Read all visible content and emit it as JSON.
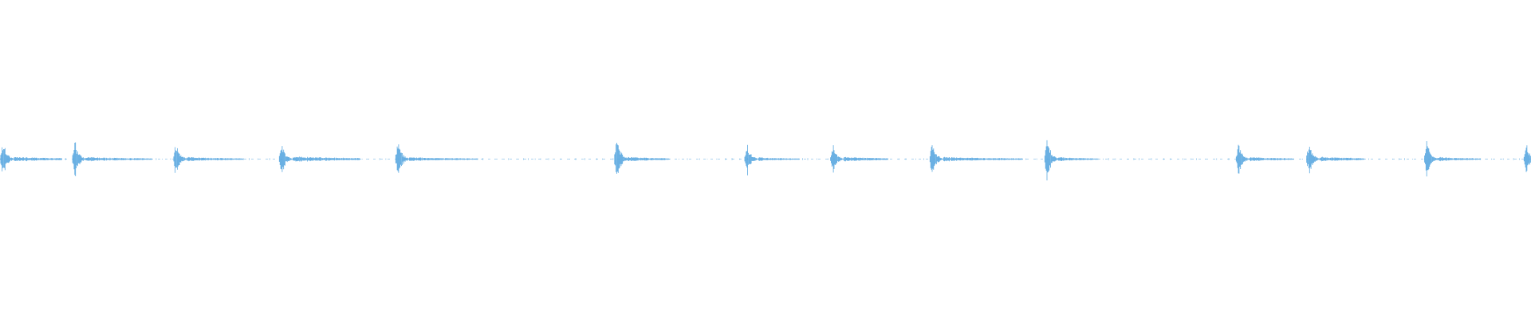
{
  "waveform": {
    "color": "#5aa8e0",
    "background": "#ffffff",
    "amplitude_range": [
      -1,
      1
    ],
    "baseline_level": 0.004,
    "time_range": [
      0,
      1
    ],
    "events": [
      {
        "t": 0.0,
        "peak": 0.12,
        "tail_duration": 0.031,
        "tail_level": 0.012
      },
      {
        "t": 0.047,
        "peak": 0.12,
        "tail_duration": 0.043,
        "tail_level": 0.01
      },
      {
        "t": 0.113,
        "peak": 0.12,
        "tail_duration": 0.037,
        "tail_level": 0.01
      },
      {
        "t": 0.182,
        "peak": 0.11,
        "tail_duration": 0.044,
        "tail_level": 0.014
      },
      {
        "t": 0.258,
        "peak": 0.13,
        "tail_duration": 0.045,
        "tail_level": 0.009
      },
      {
        "t": 0.401,
        "peak": 0.14,
        "tail_duration": 0.027,
        "tail_level": 0.011
      },
      {
        "t": 0.486,
        "peak": 0.1,
        "tail_duration": 0.027,
        "tail_level": 0.008
      },
      {
        "t": 0.542,
        "peak": 0.1,
        "tail_duration": 0.029,
        "tail_level": 0.011
      },
      {
        "t": 0.607,
        "peak": 0.12,
        "tail_duration": 0.052,
        "tail_level": 0.01
      },
      {
        "t": 0.682,
        "peak": 0.15,
        "tail_duration": 0.026,
        "tail_level": 0.009
      },
      {
        "t": 0.807,
        "peak": 0.11,
        "tail_duration": 0.029,
        "tail_level": 0.01
      },
      {
        "t": 0.853,
        "peak": 0.11,
        "tail_duration": 0.029,
        "tail_level": 0.012
      },
      {
        "t": 0.93,
        "peak": 0.13,
        "tail_duration": 0.028,
        "tail_level": 0.01
      },
      {
        "t": 0.995,
        "peak": 0.11,
        "tail_duration": 0.01,
        "tail_level": 0.01
      }
    ]
  }
}
